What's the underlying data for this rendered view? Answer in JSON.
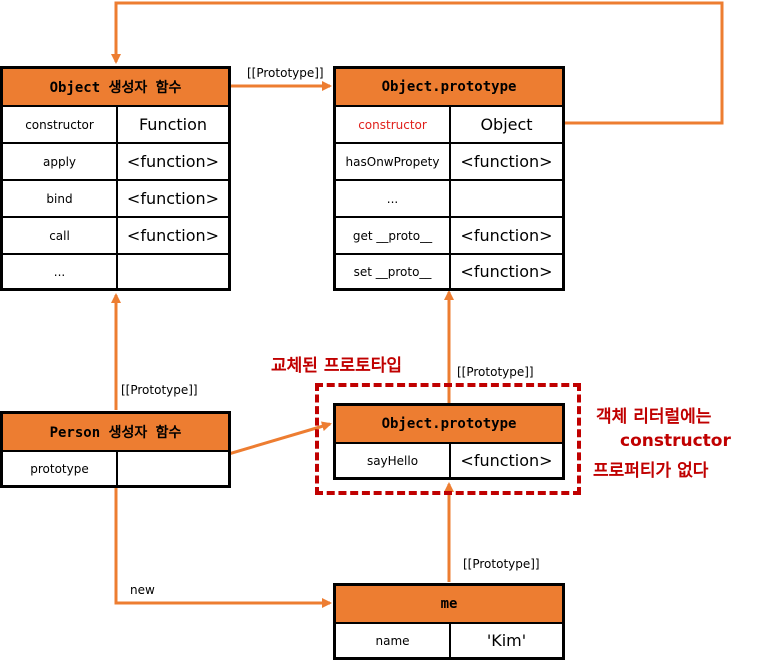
{
  "colors": {
    "header": "#ed7d31",
    "arrow": "#ed7d31",
    "note": "#c00000",
    "red_key": "#e0201b"
  },
  "boxes": {
    "object_ctor": {
      "title": "Object 생성자 함수",
      "rows": [
        {
          "key": "constructor",
          "value": "Function"
        },
        {
          "key": "apply",
          "value": "<function>"
        },
        {
          "key": "bind",
          "value": "<function>"
        },
        {
          "key": "call",
          "value": "<function>"
        },
        {
          "key": "...",
          "value": ""
        }
      ]
    },
    "object_proto": {
      "title": "Object.prototype",
      "rows": [
        {
          "key": "constructor",
          "value": "Object"
        },
        {
          "key": "hasOnwPropety",
          "value": "<function>"
        },
        {
          "key": "...",
          "value": ""
        },
        {
          "key": "get __proto__",
          "value": "<function>"
        },
        {
          "key": "set __proto__",
          "value": "<function>"
        }
      ]
    },
    "person_ctor": {
      "title": "Person 생성자 함수",
      "rows": [
        {
          "key": "prototype",
          "value": ""
        }
      ]
    },
    "replaced_proto": {
      "title": "Object.prototype",
      "rows": [
        {
          "key": "sayHello",
          "value": "<function>"
        }
      ]
    },
    "me": {
      "title": "me",
      "rows": [
        {
          "key": "name",
          "value": "'Kim'"
        }
      ]
    }
  },
  "labels": {
    "proto_top": "[[Prototype]]",
    "proto_person": "[[Prototype]]",
    "proto_replaced": "[[Prototype]]",
    "proto_me": "[[Prototype]]",
    "new": "new"
  },
  "notes": {
    "replaced": "교체된 프로토타입",
    "literal_line1": "객체 리터럴에는",
    "literal_line2": "constructor",
    "literal_line3": "프로퍼티가 없다"
  }
}
